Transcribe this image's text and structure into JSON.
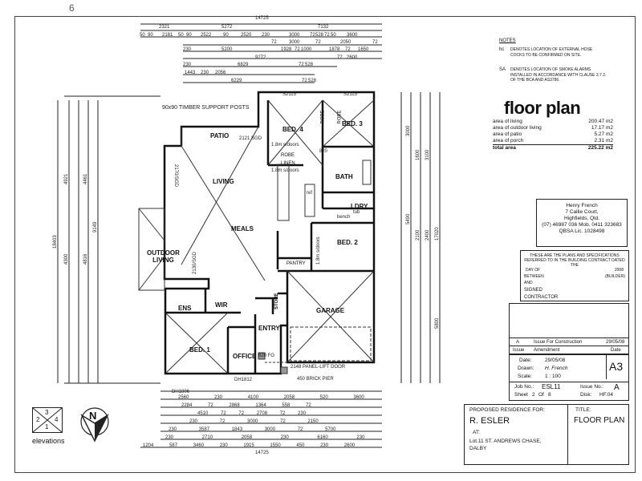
{
  "sheet_mark": "6",
  "dims": {
    "top_overall": "14725",
    "top_row1": [
      "2321",
      "5272",
      "7132"
    ],
    "top_row2": [
      "50",
      "90",
      "2181",
      "50",
      "90",
      "2522",
      "90",
      "2520",
      "230",
      "3000",
      "72",
      "528",
      "72",
      "50",
      "3600"
    ],
    "top_row3": [
      "72",
      "3000",
      "72",
      "2050",
      "72"
    ],
    "top_row4": [
      "230",
      "5200",
      "1928",
      "72",
      "1000",
      "1878",
      "72",
      "1650"
    ],
    "top_row5": [
      "9272",
      "72",
      "2600"
    ],
    "top_row6": [
      "230",
      "6829",
      "72",
      "528"
    ],
    "top_row7": [
      "1443",
      "230",
      "2056"
    ],
    "top_row8": [
      "6229",
      "72",
      "528"
    ],
    "bottom_overall": "14725",
    "bottom_rows": [
      "2560 230 4100 2058 520 3600",
      "2284 72 2868 1364 558 72",
      "4510 72 72 2708 72 230",
      "230 72 3000 72 2150",
      "230 3587 1843 3000 72 5700",
      "230 2710 2058 230 6160 230",
      "1204 587 3460 230 1915 1550 450 230 2600"
    ],
    "left_dims": [
      "18403",
      "4921",
      "4300",
      "4816",
      "4461",
      "9149"
    ],
    "right_dims": [
      "3000",
      "1600",
      "3100",
      "17020",
      "2400",
      "5800",
      "5490",
      "2100"
    ]
  },
  "rooms": {
    "bed4": "BED. 4",
    "bed3": "BED. 3",
    "robe1": "ROBE",
    "robe2": "ROBE",
    "robe3": "ROBE",
    "patio": "PATIO",
    "living": "LIVING",
    "meals": "MEALS",
    "bath": "BATH",
    "ldry": "LDRY",
    "bed2": "BED. 2",
    "outdoor": "OUTDOOR\nLIVING",
    "pantry": "PANTRY",
    "ens": "ENS",
    "wir": "WIR",
    "entry": "ENTRY",
    "store": "STORE",
    "garage": "GARAGE",
    "bed1": "BED. 1",
    "office": "OFFICE",
    "linen": "LINEN"
  },
  "plan_labels": {
    "timber_posts": "90x90 TIMBER SUPPORT POSTS",
    "patio_sgd": "2121 SGD",
    "s2115a": "S2115",
    "s2115b": "S2115",
    "robe_doors1": "1.8m s/doors",
    "robe_doors2": "1.8m s/doors",
    "robe_doors3": "1.8m s/doors",
    "d820": "820",
    "bench": "bench",
    "tub": "tub",
    "ref": "ref",
    "panel_door": "2148 PANEL-LIFT DOOR",
    "brick_pier": "450 BRICK PIER",
    "dh1812": "DH1812",
    "dh1806": "DH1806",
    "fg": "820 FG",
    "sgd_2170": "2170/SGD",
    "sgd_2130": "2130/SGD"
  },
  "notes": {
    "title": "NOTES",
    "items": [
      {
        "symbol": "hc",
        "text": "DENOTES LOCATION OF EXTERNAL HOSE COCKS TO BE CONFIRMED ON SITE."
      },
      {
        "symbol": "SA",
        "text": "DENOTES LOCATION OF SMOKE ALARMS INSTALLED IN ACCORDANCE WITH CLAUSE 3.7.2. OF THE BCA AND AS3786."
      }
    ]
  },
  "areas": {
    "heading": "floor plan",
    "rows": [
      {
        "label": "area of living",
        "value": "200.47 m2"
      },
      {
        "label": "area of outdoor living",
        "value": "17.17 m2"
      },
      {
        "label": "area of patio",
        "value": "5.27 m2"
      },
      {
        "label": "area of porch",
        "value": "2.31 m2"
      },
      {
        "label": "total area",
        "value": "225.22 m2"
      }
    ]
  },
  "builder": {
    "name": "Henry French",
    "address1": "7 Callie Court,",
    "address2": "Highfields, Qld.",
    "phone": "(07) 46987 036 Mob. 0411 323683",
    "licence": "QBSA Lic. 1028498"
  },
  "contract": {
    "statement": "THESE ARE THE PLANS AND SPECIFICATIONS REFERRED TO IN THE BUILDING CONTRACT DATED THE",
    "day_line": "DAY OF",
    "year": "2008",
    "between": "BETWEEN",
    "builder_tag": "(BUILDER)",
    "and": "AND",
    "signed": "SIGNED",
    "contractor": "CONTRACTOR"
  },
  "revisions": {
    "issue": "A",
    "desc": "Issue For Construction",
    "date": "29/05/08",
    "col_issue": "Issue",
    "col_amend": "Amendment",
    "col_date": "Date"
  },
  "titleblock": {
    "date_label": "Date:",
    "date": "29/05/08",
    "drawn_label": "Drawn:",
    "drawn": "H. French",
    "scale_label": "Scale:",
    "scale": "1 : 100",
    "size": "A3",
    "job_label": "Job No.:",
    "job": "ESL11",
    "issue_label": "Issue No.:",
    "issue": "A",
    "sheet_label": "Sheet",
    "sheet": "2",
    "sheet_of": "Of",
    "sheet_total": "8",
    "disk_label": "Disk:",
    "disk": "HF.04",
    "proposed_label": "PROPOSED RESIDENCE FOR:",
    "client": "R. ESLER",
    "at_label": "AT:",
    "address1": "Lot.11 ST. ANDREWS CHASE,",
    "address2": "DALBY",
    "title_label": "TITLE:",
    "title": "FLOOR PLAN"
  },
  "elevations": {
    "n": [
      "2",
      "3",
      "4",
      "1"
    ],
    "label": "elevations",
    "north": "N"
  }
}
